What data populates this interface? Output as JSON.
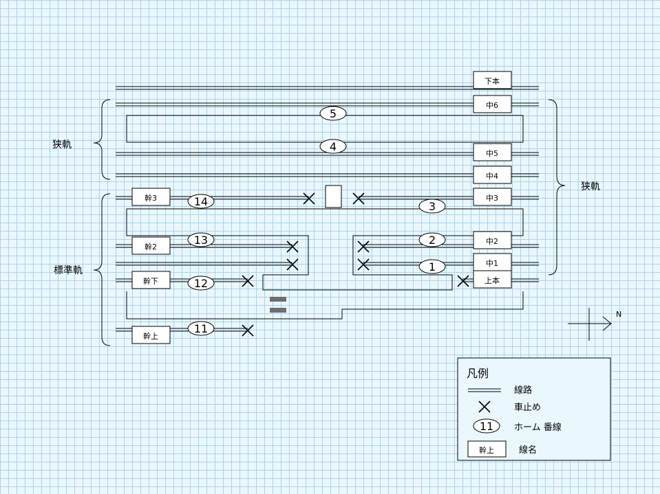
{
  "line_names": {
    "shimo_hon": "下本",
    "naka6": "中6",
    "naka5": "中5",
    "naka4": "中4",
    "naka3": "中3",
    "naka2": "中2",
    "naka1": "中1",
    "kami_hon": "上本",
    "kan3": "幹3",
    "kan2": "幹2",
    "kan_shimo": "幹下",
    "kan_kami": "幹上"
  },
  "platforms": {
    "p1": "1",
    "p2": "2",
    "p3": "3",
    "p4": "4",
    "p5": "5",
    "p11": "11",
    "p12": "12",
    "p13": "13",
    "p14": "14"
  },
  "gauge_labels": {
    "narrow_left": "狭軌",
    "narrow_right": "狭軌",
    "standard": "標準軌"
  },
  "compass": {
    "label": "N"
  },
  "legend": {
    "title": "凡例",
    "track": "線路",
    "buffer_stop": "車止め",
    "platform_sample": "11",
    "platform": "ホーム 番線",
    "name_sample": "幹上",
    "line_name": "線名"
  },
  "colors": {
    "background": "#eaf7fd",
    "grid": "#a9d3ea",
    "ink": "#000000",
    "box_fill": "#ffffff",
    "gray_marker": "#6e6e6e"
  }
}
